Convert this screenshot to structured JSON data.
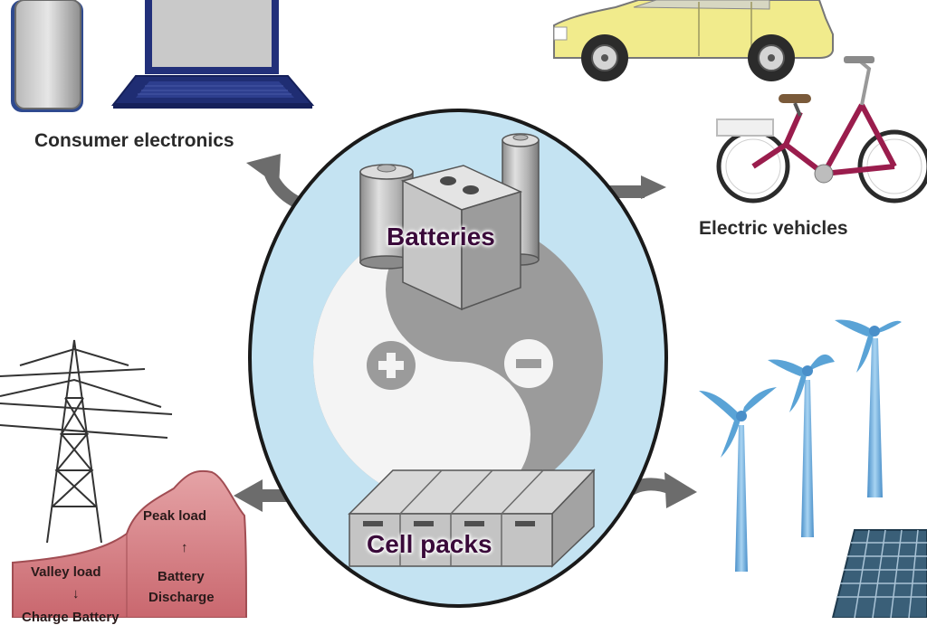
{
  "labels": {
    "consumer_electronics": "Consumer electronics",
    "electric_vehicles": "Electric vehicles",
    "batteries": "Batteries",
    "cell_packs": "Cell packs"
  },
  "load_chart": {
    "peak_load": "Peak load",
    "valley_load": "Valley load",
    "battery_discharge_line1": "Battery",
    "battery_discharge_line2": "Discharge",
    "charge_battery": "Charge Battery"
  },
  "colors": {
    "ellipse_fill": "#c4e3f2",
    "ellipse_stroke": "#1a1a1a",
    "yin_yang_light": "#f4f4f4",
    "yin_yang_dark": "#9b9b9b",
    "car_yellow": "#f1eb8c",
    "laptop_blue": "#22307a",
    "bike_frame": "#9a1d4d",
    "turbine_blue": "#5aa3d6",
    "load_chart_pink": "#d9868b",
    "arrow_gray": "#6c6c6c"
  }
}
